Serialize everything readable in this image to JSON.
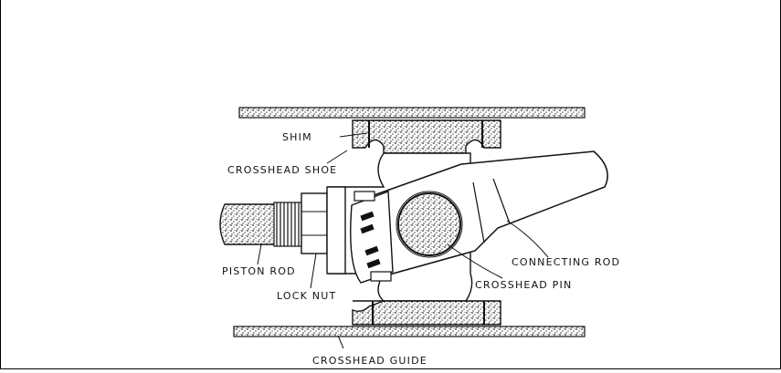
{
  "diagram": {
    "labels": {
      "shim": "SHIM",
      "crosshead_shoe": "CROSSHEAD SHOE",
      "piston_rod": "PISTON ROD",
      "lock_nut": "LOCK NUT",
      "connecting_rod": "CONNECTING ROD",
      "crosshead_pin": "CROSSHEAD PIN",
      "crosshead_guide": "CROSSHEAD GUIDE"
    },
    "colors": {
      "ink": "#111111",
      "stipple": "#444444",
      "background": "#ffffff"
    }
  }
}
